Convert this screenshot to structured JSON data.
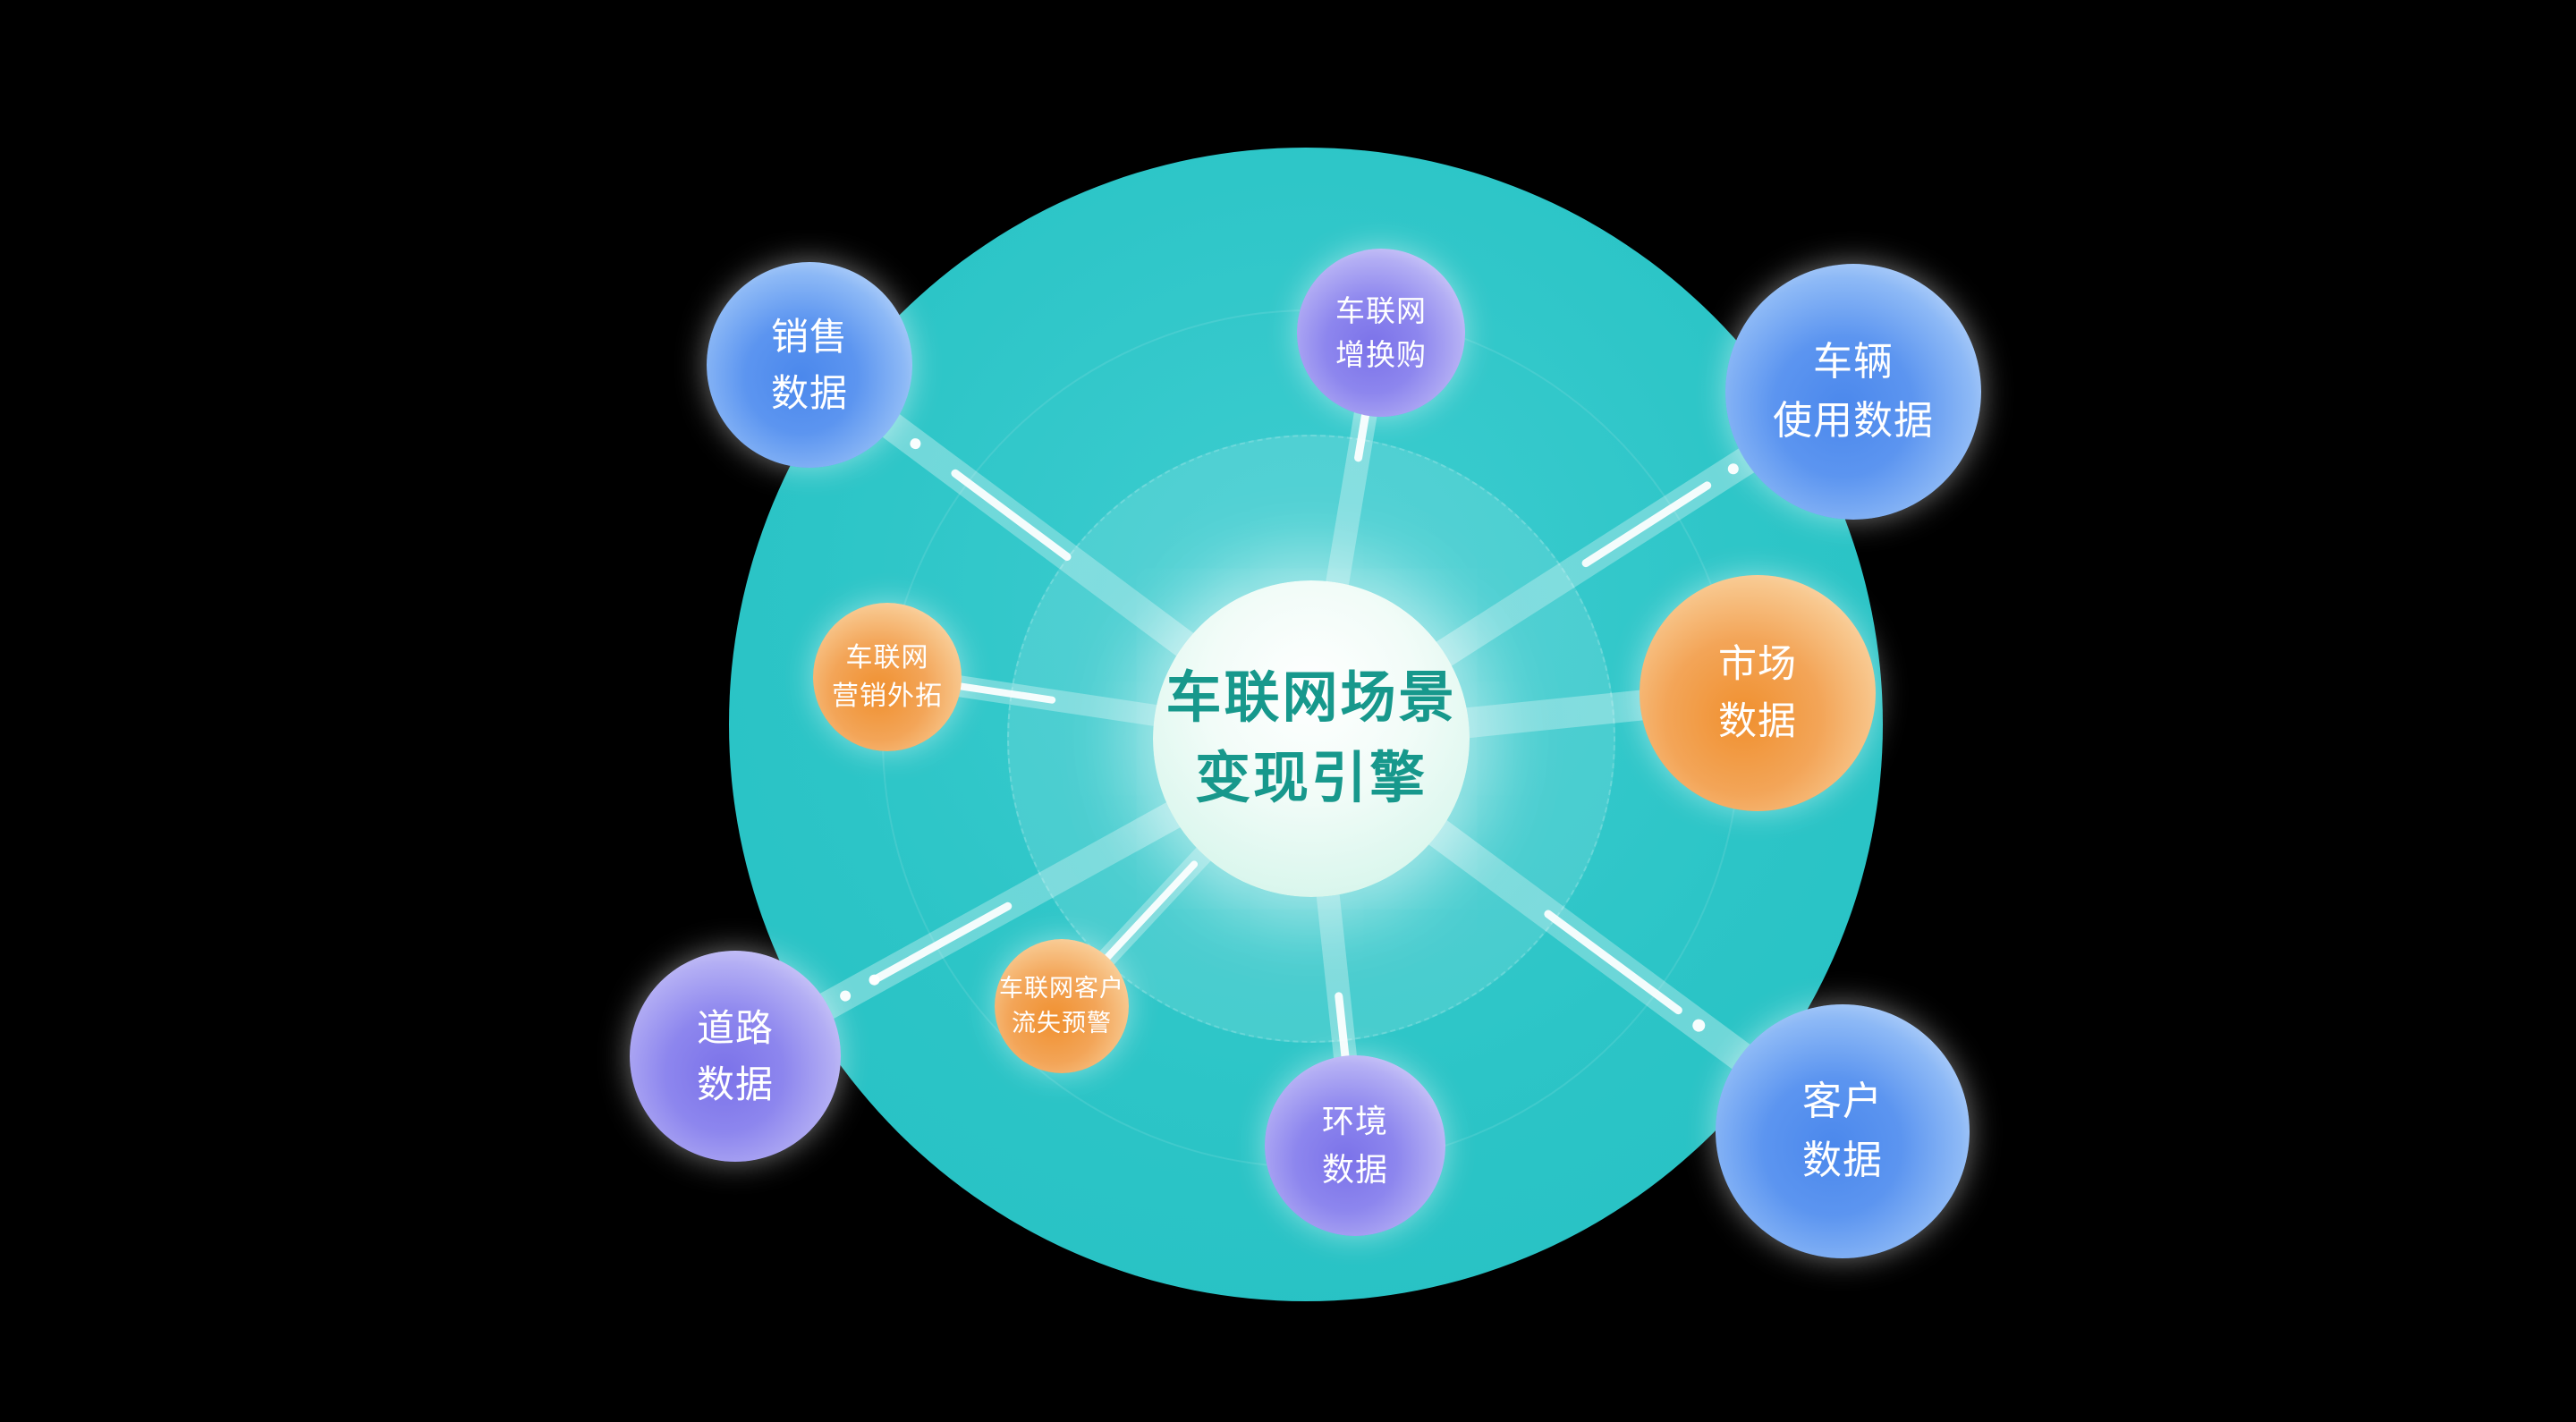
{
  "palette": {
    "background": "#000000",
    "backdrop_circle": "#2cc5c7",
    "center_text": "#17988c",
    "blue_sphere": "#4b88ec",
    "purple_sphere": "#7b72e9",
    "orange_sphere": "#f0902f",
    "node_text": "#ffffff",
    "beam": "rgba(255,255,255,0.35)"
  },
  "center": {
    "line1": "车联网场景",
    "line2": "变现引擎"
  },
  "nodes": [
    {
      "id": "sales",
      "line1": "销售",
      "line2": "数据",
      "color": "blue"
    },
    {
      "id": "trade-up",
      "line1": "车联网",
      "line2": "增换购",
      "color": "purple"
    },
    {
      "id": "vehicle-usage",
      "line1": "车辆",
      "line2": "使用数据",
      "color": "blue"
    },
    {
      "id": "market",
      "line1": "市场",
      "line2": "数据",
      "color": "orange"
    },
    {
      "id": "customer",
      "line1": "客户",
      "line2": "数据",
      "color": "blue"
    },
    {
      "id": "environment",
      "line1": "环境",
      "line2": "数据",
      "color": "purple"
    },
    {
      "id": "road",
      "line1": "道路",
      "line2": "数据",
      "color": "purple"
    },
    {
      "id": "marketing-outreach",
      "line1": "车联网",
      "line2": "营销外拓",
      "color": "orange"
    },
    {
      "id": "churn-warning",
      "line1": "车联网客户",
      "line2": "流失预警",
      "color": "orange"
    }
  ]
}
